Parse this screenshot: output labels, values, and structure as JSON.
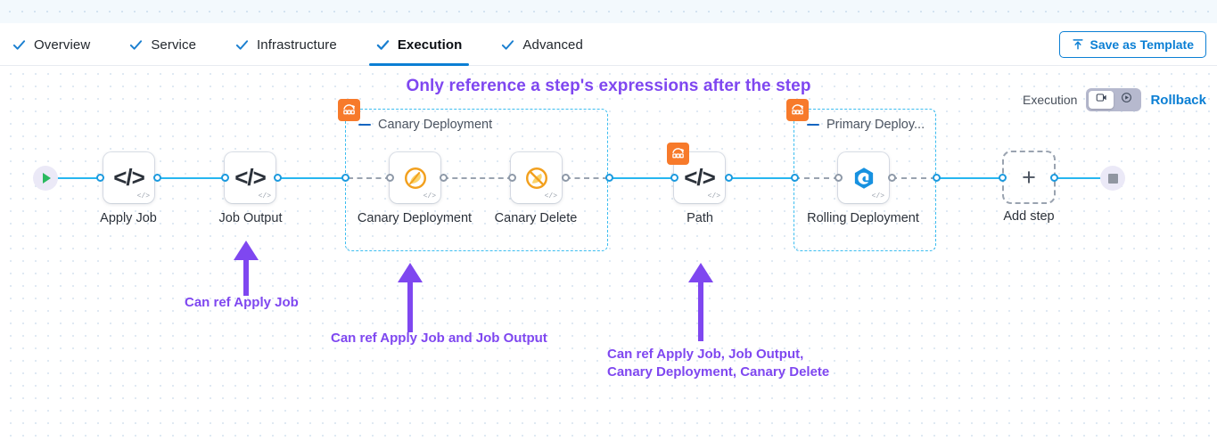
{
  "topbar": {
    "tabs": [
      {
        "label": "Overview",
        "icon": "check-icon",
        "active": false
      },
      {
        "label": "Service",
        "icon": "check-icon",
        "active": false
      },
      {
        "label": "Infrastructure",
        "icon": "check-icon",
        "active": false
      },
      {
        "label": "Execution",
        "icon": "check-icon",
        "active": true
      },
      {
        "label": "Advanced",
        "icon": "check-icon",
        "active": false
      }
    ],
    "save_template_label": "Save as Template",
    "save_template_icon": "upload-template-icon"
  },
  "banner": {
    "text": "Only reference a step's expressions after the step"
  },
  "exec_control": {
    "label": "Execution",
    "toggle_left_icon": "execution-video-icon",
    "toggle_right_icon": "rollback-play-icon",
    "rollback_label": "Rollback"
  },
  "pipeline": {
    "start_node": {
      "name": "start-node",
      "icon": "play-icon"
    },
    "end_node": {
      "name": "end-node",
      "icon": "stop-icon"
    },
    "nodes": [
      {
        "id": "apply-job",
        "label": "Apply Job",
        "icon": "code-icon",
        "badge": null
      },
      {
        "id": "job-output",
        "label": "Job Output",
        "icon": "code-icon",
        "badge": null
      },
      {
        "id": "canary-deployment",
        "label": "Canary\nDeployment",
        "icon": "harness-canary-icon",
        "badge": null
      },
      {
        "id": "canary-delete",
        "label": "Canary Delete",
        "icon": "harness-delete-icon",
        "badge": null
      },
      {
        "id": "path",
        "label": "Path",
        "icon": "code-icon",
        "badge": "step-group-icon"
      },
      {
        "id": "rolling-deployment",
        "label": "Rolling\nDeployment",
        "icon": "rolling-swirl-icon",
        "badge": null
      }
    ],
    "groups": [
      {
        "id": "canary-deployment-group",
        "label": "Canary Deployment",
        "badge": "step-group-icon"
      },
      {
        "id": "primary-deployment-group",
        "label": "Primary Deploy...",
        "badge": "step-group-icon"
      }
    ],
    "add_step": {
      "label": "Add step",
      "icon": "plus-icon"
    }
  },
  "annotations": [
    {
      "id": "anno-apply-job",
      "text": "Can ref Apply Job"
    },
    {
      "id": "anno-canary",
      "text": "Can ref Apply Job and Job Output"
    },
    {
      "id": "anno-path",
      "text": "Can ref Apply Job, Job Output,\nCanary Deployment, Canary Delete"
    }
  ],
  "colors": {
    "accent_blue": "#0b7fd4",
    "wire_blue": "#26b6f0",
    "annotation_purple": "#7f47f0",
    "group_border": "#3bbdf0",
    "badge_orange": "#f77a2b"
  }
}
